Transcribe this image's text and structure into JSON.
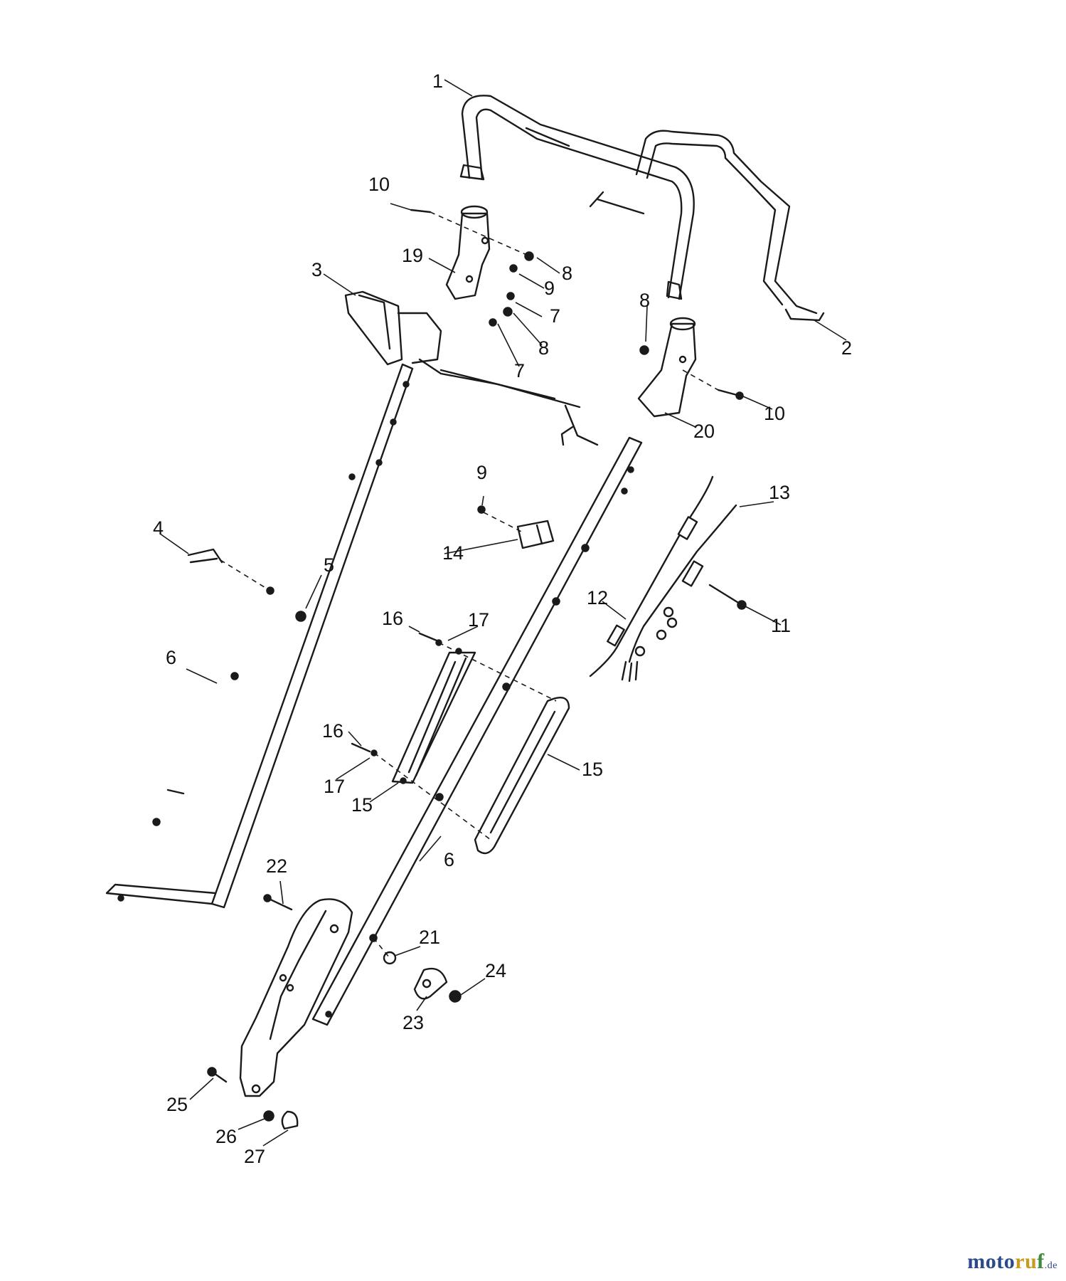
{
  "diagram": {
    "callouts": [
      "1",
      "2",
      "3",
      "4",
      "5",
      "6",
      "6",
      "7",
      "7",
      "8",
      "8",
      "8",
      "9",
      "9",
      "10",
      "10",
      "11",
      "12",
      "13",
      "14",
      "15",
      "15",
      "16",
      "16",
      "17",
      "17",
      "19",
      "20",
      "21",
      "22",
      "23",
      "24",
      "25",
      "26",
      "27"
    ]
  },
  "watermark": {
    "part_a": "moto",
    "part_b": "ru",
    "part_c": "f",
    "suffix": ".de"
  }
}
